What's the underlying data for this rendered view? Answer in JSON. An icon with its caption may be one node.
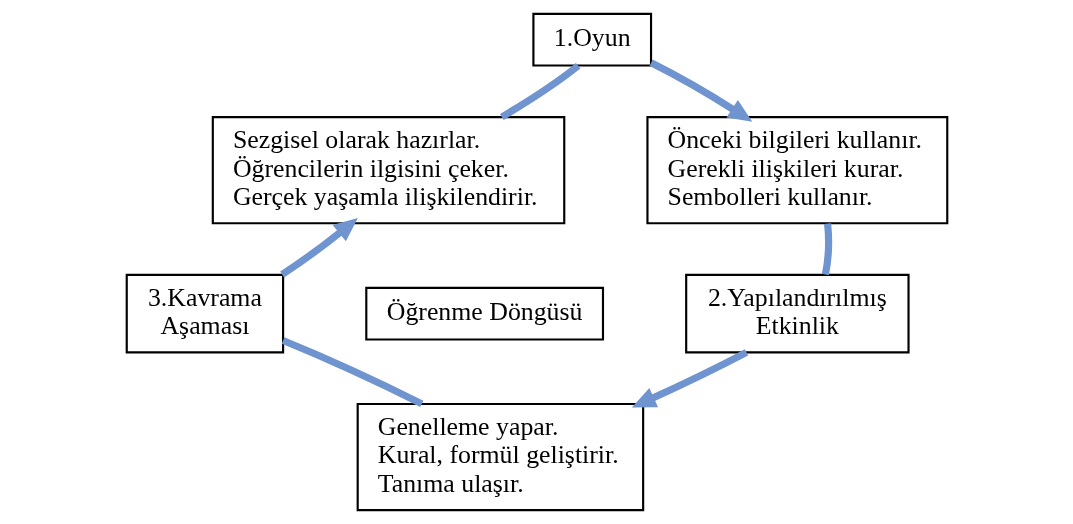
{
  "diagram": {
    "nodes": [
      {
        "text": [
          "1.Oyun"
        ]
      },
      {
        "text": [
          "Önceki bilgileri kullanır.",
          "Gerekli ilişkileri kurar.",
          "Sembolleri kullanır."
        ]
      },
      {
        "text": [
          "2.Yapılandırılmış Etkinlik"
        ]
      },
      {
        "text": [
          "Genelleme yapar.",
          "Kural, formül geliştirir.",
          "Tanıma ulaşır."
        ]
      },
      {
        "text": [
          "3.Kavrama Aşaması"
        ]
      },
      {
        "text": [
          "Sezgisel olarak hazırlar.",
          "Öğrencilerin ilgisini çeker.",
          "Gerçek yaşamla ilişkilendirir."
        ]
      },
      {
        "text": [
          "Öğrenme Döngüsü"
        ]
      }
    ],
    "edges": [
      {
        "from": 5,
        "to": 0,
        "arrow": "none"
      },
      {
        "from": 0,
        "to": 1,
        "arrow": "to"
      },
      {
        "from": 1,
        "to": 2,
        "arrow": "none"
      },
      {
        "from": 2,
        "to": 3,
        "arrow": "to"
      },
      {
        "from": 3,
        "to": 4,
        "arrow": "none"
      },
      {
        "from": 4,
        "to": 5,
        "arrow": "to"
      }
    ]
  }
}
